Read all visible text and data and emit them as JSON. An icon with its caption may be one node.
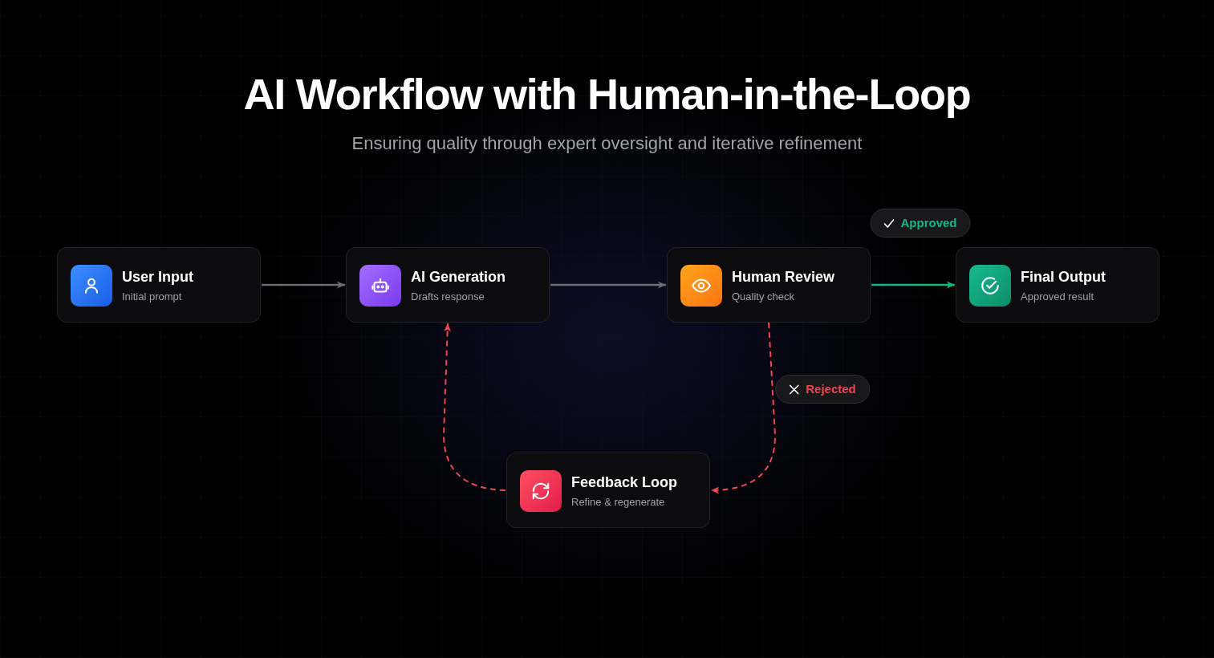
{
  "diagram": {
    "title": "AI Workflow with Human-in-the-Loop",
    "nodes": [
      {
        "text": [
          "User Input",
          "Initial prompt"
        ]
      },
      {
        "text": [
          "AI Generation",
          "Drafts response"
        ]
      },
      {
        "text": [
          "Human Review",
          "Quality check"
        ]
      },
      {
        "text": [
          "Final Output",
          "Approved result"
        ]
      },
      {
        "text": [
          "Feedback Loop",
          "Refine & regenerate"
        ]
      }
    ],
    "edges": [
      {
        "from": 0,
        "to": 1,
        "arrow": "to"
      },
      {
        "from": 1,
        "to": 2,
        "arrow": "to"
      },
      {
        "from": 2,
        "to": 3,
        "arrow": "to",
        "label": "Approved",
        "color": "#10b981"
      },
      {
        "from": 2,
        "to": 4,
        "arrow": "to",
        "label": "Rejected",
        "style": "dashed",
        "color": "#ef4452"
      },
      {
        "from": 4,
        "to": 1,
        "arrow": "to",
        "style": "dashed",
        "color": "#ef4452"
      }
    ],
    "labels": [
      "Ensuring quality through expert oversight and iterative refinement"
    ]
  }
}
